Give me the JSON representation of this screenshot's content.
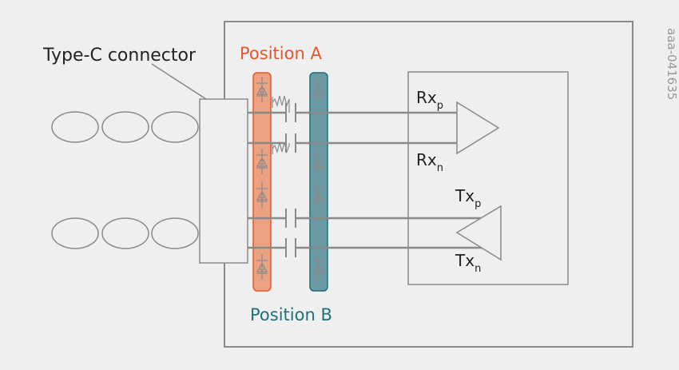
{
  "labels": {
    "connector": "Type-C connector",
    "position_a": "Position A",
    "position_b": "Position B",
    "rx_p_main": "Rx",
    "rx_p_sub": "p",
    "rx_n_main": "Rx",
    "rx_n_sub": "n",
    "tx_p_main": "Tx",
    "tx_p_sub": "p",
    "tx_n_main": "Tx",
    "tx_n_sub": "n",
    "ref_id": "aaa-041635"
  },
  "colors": {
    "background": "#efefef",
    "line": "#8a8a8a",
    "position_a_fill": "#eba283",
    "position_a_stroke": "#e4572e",
    "position_a_text": "#e4572e",
    "position_b_fill": "#6a9ba5",
    "position_b_stroke": "#1f6f7c",
    "position_b_text": "#1f6f7c",
    "text": "#222222",
    "ref_text": "#999999"
  },
  "icons": {
    "cable": "twisted-pair-ellipses",
    "capacitor": "capacitor-symbol",
    "diode": "esd-diode-symbol",
    "resistor": "resistor-to-ground-symbol",
    "receiver": "triangle-amplifier-right",
    "transmitter": "triangle-amplifier-left"
  }
}
